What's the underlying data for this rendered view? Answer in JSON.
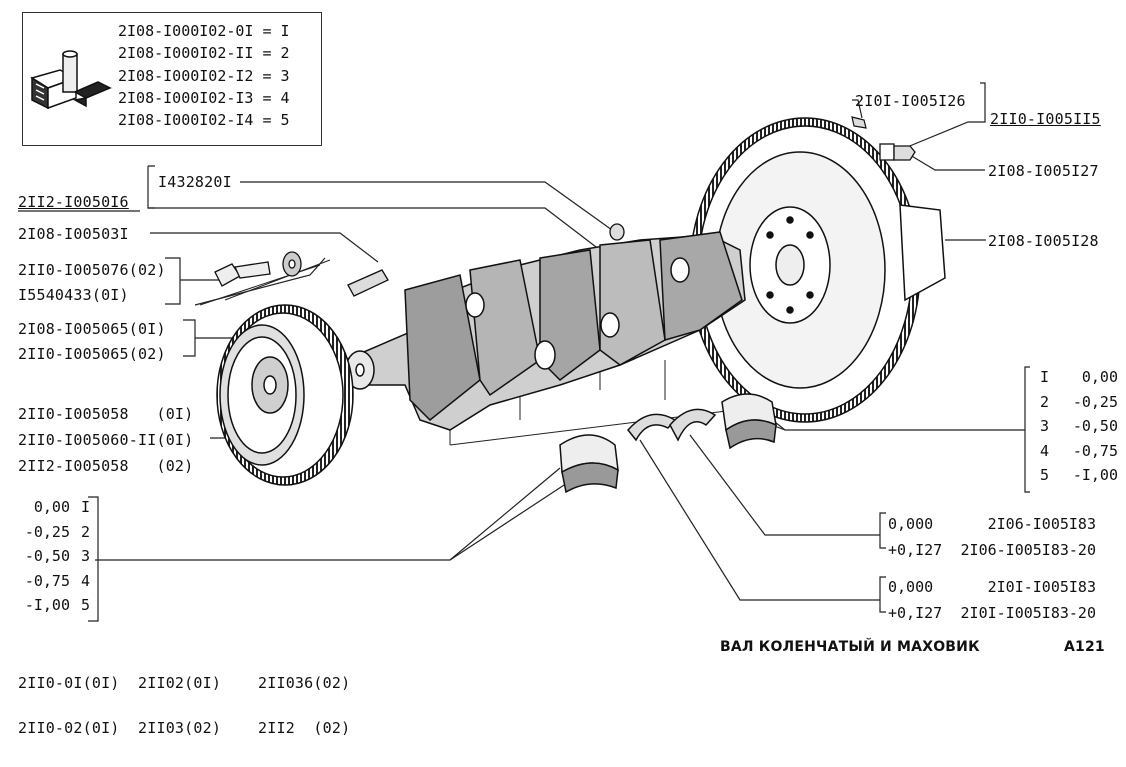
{
  "legend": {
    "rows": [
      "2I08-I000I02-0I = I",
      "2I08-I000I02-II = 2",
      "2I08-I000I02-I2 = 3",
      "2I08-I000I02-I3 = 4",
      "2I08-I000I02-I4 = 5"
    ]
  },
  "labels": {
    "stud_top": "2I0I-I005I26",
    "flywheel": "2II0-I005II5",
    "flywheel_bolt": "2I08-I005I27",
    "flywheel_plate": "2I08-I005I28",
    "crank_gear": "I432820I",
    "crank_assembly": "2II2-I0050I6",
    "pin": "2I08-I00503I",
    "pulley_bolt_a": "2II0-I005076(02)",
    "pulley_bolt_b": "I5540433(0I)",
    "washer_a": "2I08-I005065(0I)",
    "washer_b": "2II0-I005065(02)",
    "pulley_a": "2II0-I005058   (0I)",
    "pulley_b": "2II0-I005060-II(0I)",
    "pulley_c": "2II2-I005058   (02)"
  },
  "main_bearing_sizes": [
    {
      "num": "I",
      "val": "0,00"
    },
    {
      "num": "2",
      "val": "-0,25"
    },
    {
      "num": "3",
      "val": "-0,50"
    },
    {
      "num": "4",
      "val": "-0,75"
    },
    {
      "num": "5",
      "val": "-I,00"
    }
  ],
  "rod_bearing_sizes": [
    {
      "val": "0,00",
      "num": "I"
    },
    {
      "val": "-0,25",
      "num": "2"
    },
    {
      "val": "-0,50",
      "num": "3"
    },
    {
      "val": "-0,75",
      "num": "4"
    },
    {
      "val": "-I,00",
      "num": "5"
    }
  ],
  "thrust_upper": [
    {
      "size": "0,000",
      "part": "2I06-I005I83"
    },
    {
      "size": "+0,I27",
      "part": "2I06-I005I83-20"
    }
  ],
  "thrust_lower": [
    {
      "size": "0,000",
      "part": "2I0I-I005I83"
    },
    {
      "size": "+0,I27",
      "part": "2I0I-I005I83-20"
    }
  ],
  "models": {
    "col1": [
      "2II0-0I(0I)",
      "2II0-02(0I)"
    ],
    "col2": [
      "2II02(0I)",
      "2II03(02)"
    ],
    "col3": [
      "2II036(02)",
      "2II2  (02)"
    ]
  },
  "title": "ВАЛ КОЛЕНЧАТЫЙ И МАХОВИК",
  "page_code": "A121"
}
